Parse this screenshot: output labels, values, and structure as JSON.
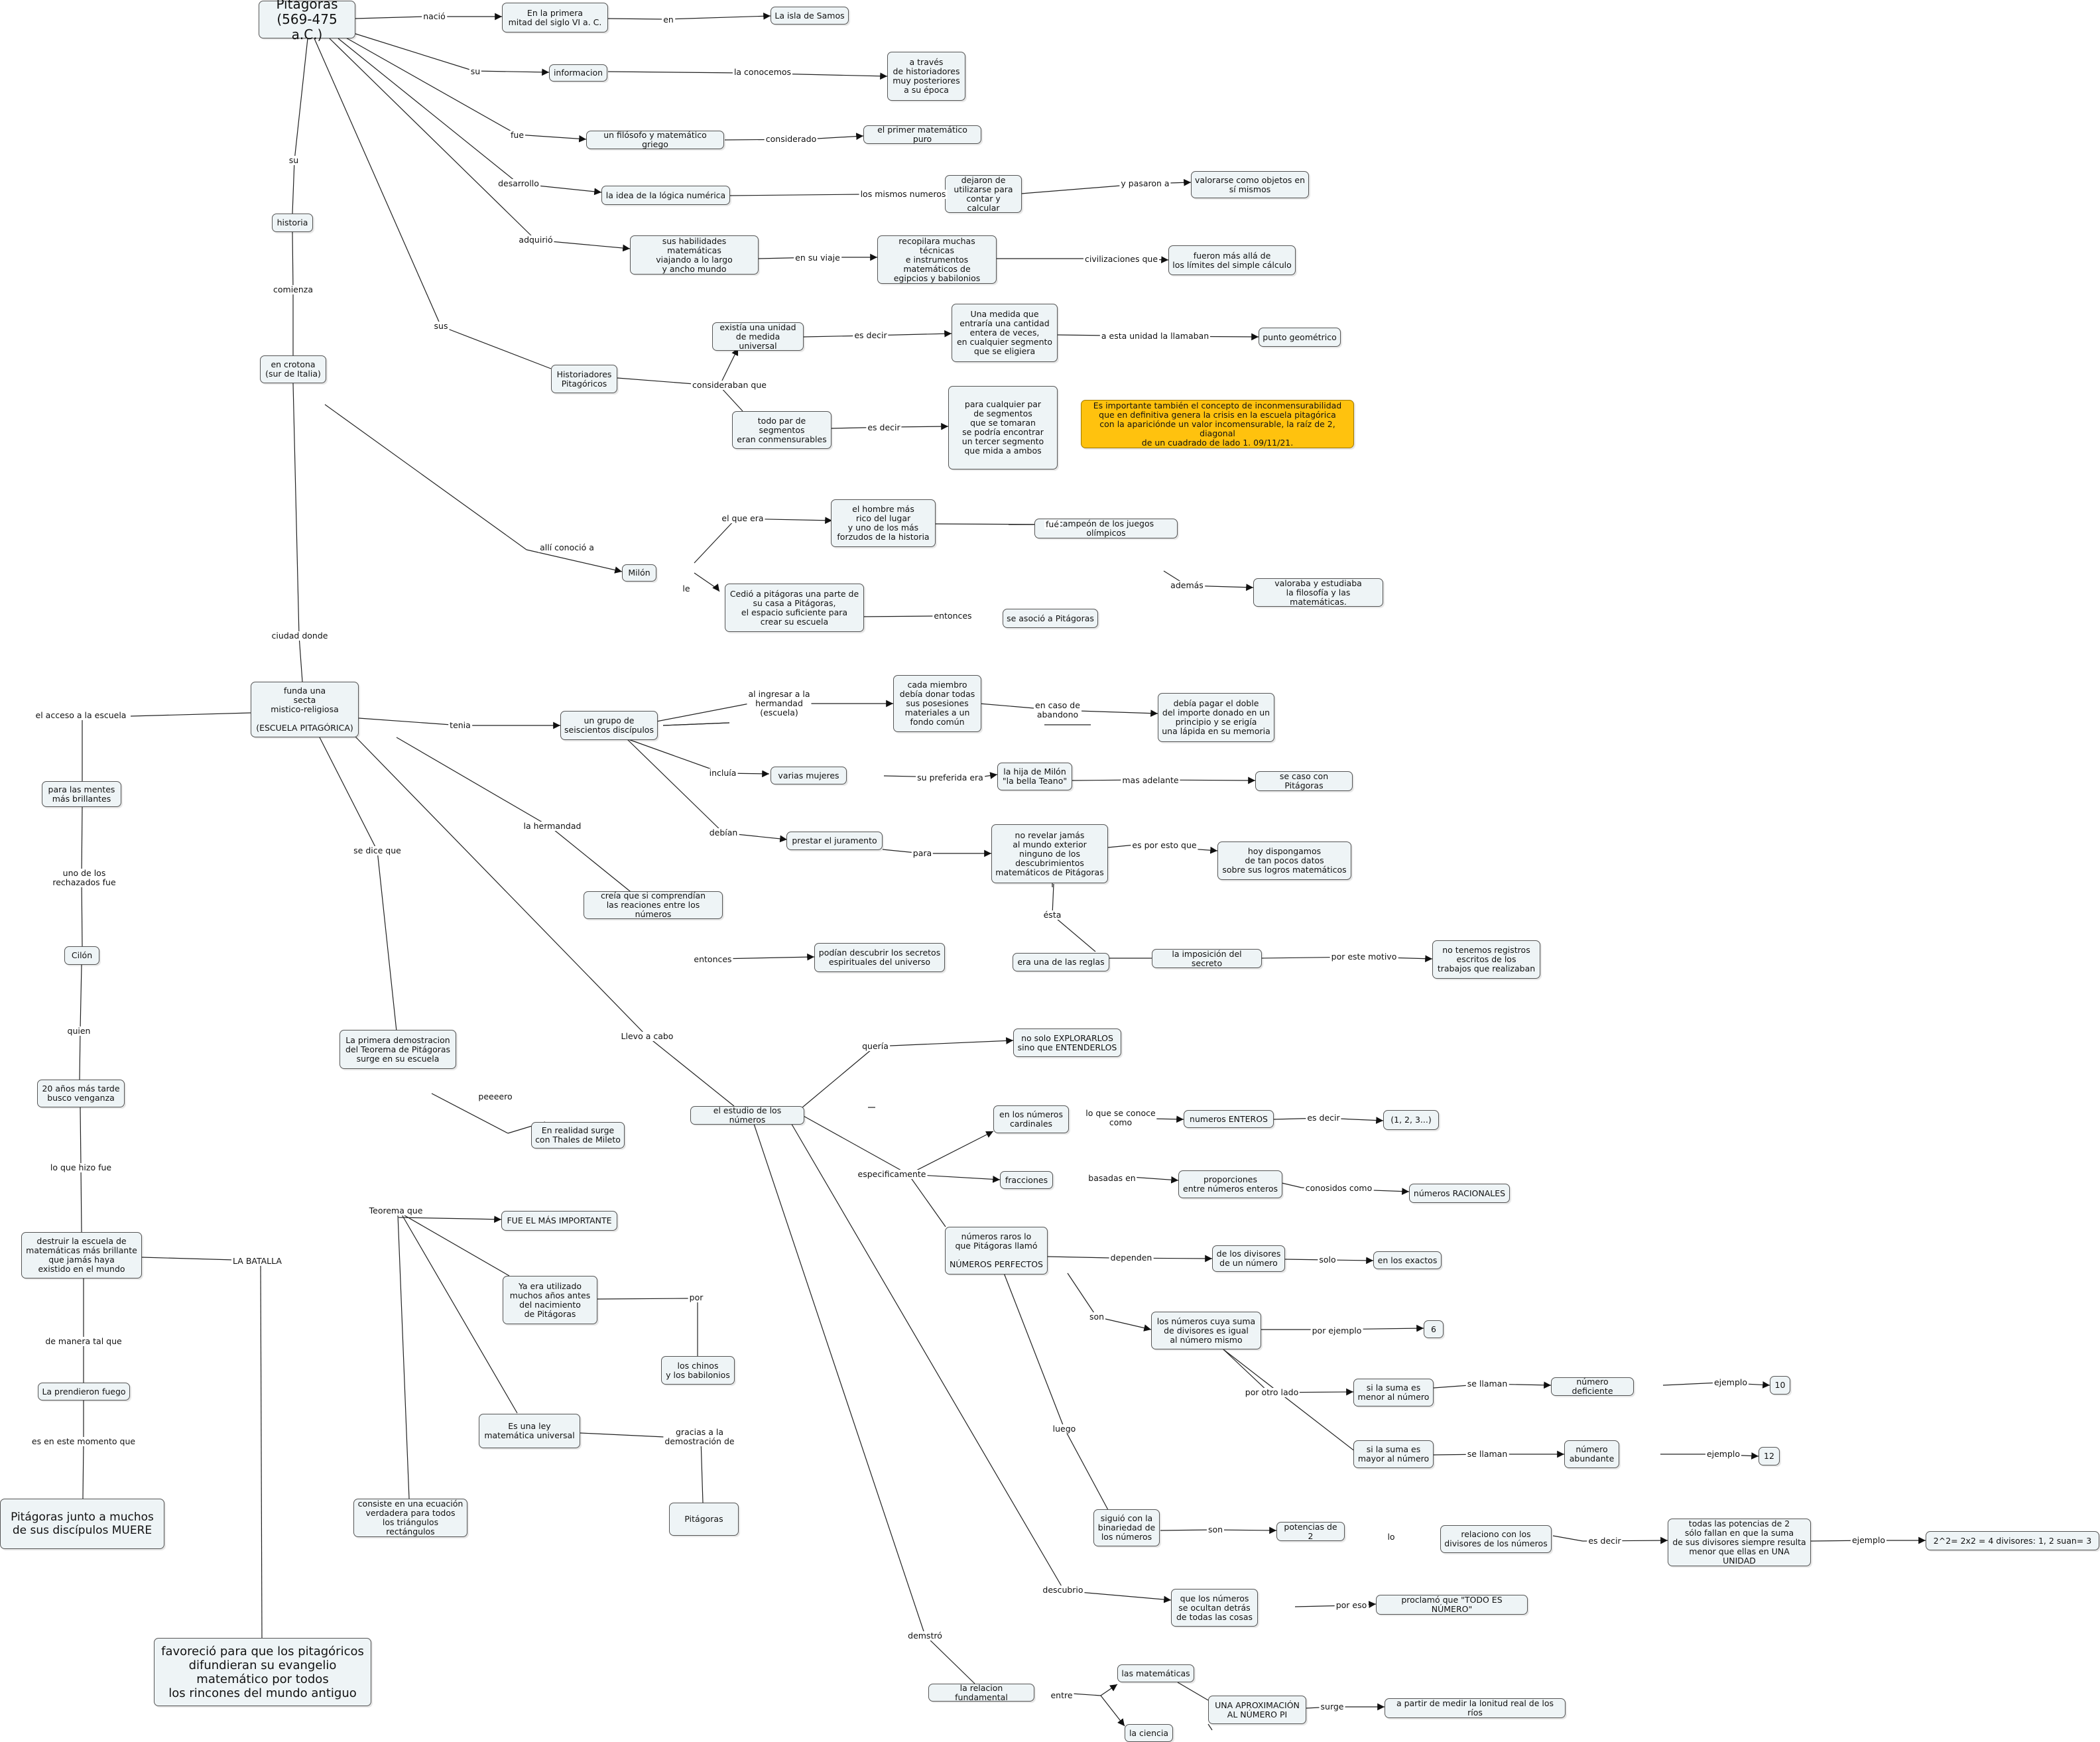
{
  "nodes": [
    {
      "id": "pitagoras",
      "text": "Pitágoras\n(569-475 a.C.)"
    },
    {
      "id": "primera_mitad",
      "text": "En la primera\nmitad del siglo VI a. C."
    },
    {
      "id": "samos",
      "text": "La isla de Samos"
    },
    {
      "id": "informacion",
      "text": "informacion"
    },
    {
      "id": "historiadores_post",
      "text": "a través\nde historiadores\nmuy posteriores\na su época"
    },
    {
      "id": "filosofo",
      "text": "un filósofo y matemático griego"
    },
    {
      "id": "primer_matematico",
      "text": "el primer matemático puro"
    },
    {
      "id": "logica",
      "text": "la idea de la lógica numérica"
    },
    {
      "id": "dejaron",
      "text": "dejaron de\nutilizarse para\ncontar y calcular"
    },
    {
      "id": "objetos",
      "text": "valorarse como objetos en\nsí mismos"
    },
    {
      "id": "habilidades",
      "text": "sus habilidades matemáticas\nviajando a lo largo\ny ancho mundo"
    },
    {
      "id": "recopilara",
      "text": "recopilara muchas técnicas\ne instrumentos\nmatemáticos de\negipcios y babilonios"
    },
    {
      "id": "mas_alla",
      "text": "fueron más allá de\nlos límites del simple cálculo"
    },
    {
      "id": "historia",
      "text": "historia"
    },
    {
      "id": "hist_pitag",
      "text": "Historiadores\nPitagóricos"
    },
    {
      "id": "unidad",
      "text": "existía una unidad\nde medida universal"
    },
    {
      "id": "medida",
      "text": "Una medida que\nentraría una cantidad\nentera de veces,\nen cualquier segmento\nque se eligiera"
    },
    {
      "id": "punto",
      "text": "punto geométrico"
    },
    {
      "id": "todo_par",
      "text": "todo par de\nsegmentos\neran conmensurables"
    },
    {
      "id": "par_cualquiera",
      "text": "para cualquier par\nde segmentos\nque se tomaran\nse podría encontrar\nun tercer segmento\nque mida a ambos"
    },
    {
      "id": "inconmensurabilidad",
      "text": "Es importante también el concepto de inconmensurabilidad\nque en definitiva genera la crisis en la escuela pitagórica\ncon la apariciónde un valor incomensurable, la raíz de 2, diagonal\nde un cuadrado de lado 1.  09/11/21.",
      "highlight": true
    },
    {
      "id": "crotona",
      "text": "en crotona\n(sur de Italia)"
    },
    {
      "id": "hombre_rico",
      "text": "el hombre más\nrico del lugar\ny uno de los más\nforzudos de la historia"
    },
    {
      "id": "campeon",
      "text": "campeón de los juegos olímpicos"
    },
    {
      "id": "valoraba",
      "text": "valoraba y estudiaba\nla filosofía y las matemáticas."
    },
    {
      "id": "milon",
      "text": "Milón"
    },
    {
      "id": "cedio",
      "text": "Cedió a pitágoras una parte de\nsu casa a Pitágoras,\nel espacio suficiente para\ncrear su escuela"
    },
    {
      "id": "asocio",
      "text": "se asoció a Pitágoras"
    },
    {
      "id": "funda",
      "text": "funda una\nsecta\nmistico-religiosa\n\n(ESCUELA PITAGÓRICA)"
    },
    {
      "id": "miembro",
      "text": "cada miembro\ndebía donar todas\nsus posesiones\nmateriales a un\nfondo común"
    },
    {
      "id": "pagar",
      "text": "debía pagar el doble\ndel importe donado en un\nprincipio y se erigía\nuna lápida en su memoria"
    },
    {
      "id": "discipulos",
      "text": "un grupo de\nseiscientos discípulos"
    },
    {
      "id": "mujeres",
      "text": "varias mujeres"
    },
    {
      "id": "hija",
      "text": "la hija de Milón\n\"la bella Teano\""
    },
    {
      "id": "caso",
      "text": "se caso con Pitágoras"
    },
    {
      "id": "mentes",
      "text": "para las mentes\nmás brillantes"
    },
    {
      "id": "juramento",
      "text": "prestar el juramento"
    },
    {
      "id": "no_revelar",
      "text": "no revelar jamás\nal mundo exterior\nninguno de los\ndescubrimientos\nmatemáticos de Pitágoras"
    },
    {
      "id": "hoy",
      "text": "hoy dispongamos\nde tan pocos datos\nsobre sus logros matemáticos"
    },
    {
      "id": "creia",
      "text": "creía que si comprendían\nlas reaciones entre los números"
    },
    {
      "id": "cilon",
      "text": "Cilón"
    },
    {
      "id": "secretos",
      "text": "podían descubrir los secretos\nespirituales del universo"
    },
    {
      "id": "reglas",
      "text": "era una de las reglas"
    },
    {
      "id": "imposicion",
      "text": "la imposición del secreto"
    },
    {
      "id": "registros",
      "text": "no tenemos registros\nescritos de los\ntrabajos que realizaban"
    },
    {
      "id": "primera_demo",
      "text": "La primera demostracion\ndel Teorema de Pitágoras\nsurge en su escuela"
    },
    {
      "id": "explorarlos",
      "text": "no solo EXPLORARLOS\nsino que ENTENDERLOS"
    },
    {
      "id": "veinte",
      "text": "20 años más tarde\nbusco venganza"
    },
    {
      "id": "estudio",
      "text": "el estudio de los números"
    },
    {
      "id": "cardinales",
      "text": "en los números\ncardinales"
    },
    {
      "id": "enteros",
      "text": "numeros ENTEROS"
    },
    {
      "id": "uno_dos",
      "text": "(1, 2, 3...)"
    },
    {
      "id": "thales",
      "text": "En realidad surge\ncon Thales de Mileto"
    },
    {
      "id": "fracciones",
      "text": "fracciones"
    },
    {
      "id": "proporciones",
      "text": "proporciones\nentre números enteros"
    },
    {
      "id": "racionales",
      "text": "números RACIONALES"
    },
    {
      "id": "importante",
      "text": "FUE EL MÁS IMPORTANTE"
    },
    {
      "id": "perfectos",
      "text": "números raros lo\nque Pitágoras llamó\n\nNÚMEROS PERFECTOS"
    },
    {
      "id": "divisores",
      "text": "de los divisores\nde un número"
    },
    {
      "id": "exactos",
      "text": "en los exactos"
    },
    {
      "id": "destruir",
      "text": "destruir la escuela de\nmatemáticas más brillante\nque jamás haya\nexistido en el mundo"
    },
    {
      "id": "utilizado",
      "text": "Ya era utilizado\nmuchos años antes\ndel nacimiento\nde Pitágoras"
    },
    {
      "id": "suma_igual",
      "text": "los números cuya suma\nde divisores es igual\nal número mismo"
    },
    {
      "id": "seis",
      "text": "6"
    },
    {
      "id": "chinos",
      "text": "los chinos\ny los babilonios"
    },
    {
      "id": "menor",
      "text": "si la suma es\nmenor al número"
    },
    {
      "id": "deficiente",
      "text": "número deficiente"
    },
    {
      "id": "diez",
      "text": "10"
    },
    {
      "id": "prendieron",
      "text": "La prendieron fuego"
    },
    {
      "id": "ley",
      "text": "Es una ley\nmatemática universal"
    },
    {
      "id": "mayor",
      "text": "si la suma es\nmayor al número"
    },
    {
      "id": "abundante",
      "text": "número\nabundante"
    },
    {
      "id": "doce",
      "text": "12"
    },
    {
      "id": "muere",
      "text": "Pitágoras junto a muchos\nde sus discípulos MUERE"
    },
    {
      "id": "ecuacion",
      "text": "consiste en una ecuación\nverdadera para todos\nlos triángulos rectángulos"
    },
    {
      "id": "pitagoras2",
      "text": "Pitágoras"
    },
    {
      "id": "binariedad",
      "text": "siguió con la\nbinariedad de\nlos números"
    },
    {
      "id": "potencias",
      "text": "potencias de 2"
    },
    {
      "id": "relaciono",
      "text": "relaciono con los\ndivisores de los números"
    },
    {
      "id": "todas_potencias",
      "text": "todas las potencias de 2\nsólo fallan en que la suma\nde sus divisores siempre resulta\nmenor que ellas en UNA UNIDAD"
    },
    {
      "id": "ejemplo_pot",
      "text": "2^2= 2x2 = 4  divisores: 1, 2   suan= 3"
    },
    {
      "id": "ocultan",
      "text": "que los números\nse ocultan detrás\nde todas las cosas"
    },
    {
      "id": "todo_numero",
      "text": "proclamó que \"TODO ES NÚMERO\""
    },
    {
      "id": "favorecio",
      "text": "favoreció para que los pitagóricos\ndifundieran su evangelio\nmatemático por todos\nlos rincones del mundo antiguo"
    },
    {
      "id": "matematicas",
      "text": "las matemáticas"
    },
    {
      "id": "relacion",
      "text": "la relacion fundamental"
    },
    {
      "id": "aproximacion",
      "text": "UNA APROXIMACIÓN\nAL NÚMERO PI"
    },
    {
      "id": "rios",
      "text": "a partir de medir la lonitud real de los ríos"
    },
    {
      "id": "ciencia",
      "text": "la ciencia"
    }
  ],
  "labels": [
    {
      "id": "nacio",
      "text": "nació"
    },
    {
      "id": "en",
      "text": "en"
    },
    {
      "id": "su1",
      "text": "su"
    },
    {
      "id": "conocemos",
      "text": "la conocemos"
    },
    {
      "id": "fue",
      "text": "fue"
    },
    {
      "id": "considerado",
      "text": "considerado"
    },
    {
      "id": "desarrollo",
      "text": "desarrollo"
    },
    {
      "id": "mismos_numeros",
      "text": "los mismos numeros"
    },
    {
      "id": "pasaron",
      "text": "y pasaron a"
    },
    {
      "id": "su2",
      "text": "su"
    },
    {
      "id": "adquirio",
      "text": "adquirió"
    },
    {
      "id": "viaje",
      "text": "en su viaje"
    },
    {
      "id": "civilizaciones",
      "text": "civilizaciones que"
    },
    {
      "id": "es_decir1",
      "text": "es decir"
    },
    {
      "id": "llamaban",
      "text": "a esta unidad la llamaban"
    },
    {
      "id": "comienza",
      "text": "comienza"
    },
    {
      "id": "sus",
      "text": "sus"
    },
    {
      "id": "consideraban",
      "text": "consideraban que"
    },
    {
      "id": "es_decir2",
      "text": "es decir"
    },
    {
      "id": "el_que_era",
      "text": "el que era"
    },
    {
      "id": "fue2",
      "text": "fué"
    },
    {
      "id": "alli",
      "text": "allí conoció a"
    },
    {
      "id": "ademas",
      "text": "además"
    },
    {
      "id": "le",
      "text": "le"
    },
    {
      "id": "entonces1",
      "text": "entonces"
    },
    {
      "id": "ciudad",
      "text": "ciudad donde"
    },
    {
      "id": "acceso",
      "text": "el acceso a la escuela"
    },
    {
      "id": "ingresar",
      "text": "al ingresar a la\nhermandad\n(escuela)"
    },
    {
      "id": "abandono",
      "text": "en caso de\nabandono"
    },
    {
      "id": "tenia",
      "text": "tenia"
    },
    {
      "id": "incluia",
      "text": "incluía"
    },
    {
      "id": "preferida",
      "text": "su preferida era"
    },
    {
      "id": "adelante",
      "text": "mas adelante"
    },
    {
      "id": "hermandad",
      "text": "la hermandad"
    },
    {
      "id": "debian",
      "text": "debían"
    },
    {
      "id": "para",
      "text": "para"
    },
    {
      "id": "por_esto",
      "text": "es por esto que"
    },
    {
      "id": "se_dice",
      "text": "se dice que"
    },
    {
      "id": "rechazados",
      "text": "uno de los\nrechazados fue"
    },
    {
      "id": "esta",
      "text": "ésta"
    },
    {
      "id": "entonces2",
      "text": "entonces"
    },
    {
      "id": "motivo",
      "text": "por este motivo"
    },
    {
      "id": "quien",
      "text": "quien"
    },
    {
      "id": "llevo",
      "text": "Llevo a cabo"
    },
    {
      "id": "queria",
      "text": "quería"
    },
    {
      "id": "se_conoce",
      "text": "lo que se conoce\ncomo"
    },
    {
      "id": "es_decir3",
      "text": "es decir"
    },
    {
      "id": "peeeero",
      "text": "peeeero"
    },
    {
      "id": "especificamente",
      "text": "especificamente"
    },
    {
      "id": "basadas",
      "text": "basadas en"
    },
    {
      "id": "conocidos",
      "text": "conosidos como"
    },
    {
      "id": "lo_que_hizo",
      "text": "lo que hizo fue"
    },
    {
      "id": "teorema",
      "text": "Teorema que"
    },
    {
      "id": "dependen",
      "text": "dependen"
    },
    {
      "id": "solo",
      "text": "solo"
    },
    {
      "id": "batalla",
      "text": "LA BATALLA"
    },
    {
      "id": "por",
      "text": "por"
    },
    {
      "id": "son1",
      "text": "son"
    },
    {
      "id": "por_ejemplo",
      "text": "por ejemplo"
    },
    {
      "id": "manera",
      "text": "de manera tal que"
    },
    {
      "id": "otro_lado",
      "text": "por otro lado"
    },
    {
      "id": "se_llaman1",
      "text": "se llaman"
    },
    {
      "id": "ejemplo1",
      "text": "ejemplo"
    },
    {
      "id": "gracias",
      "text": "gracias a la\ndemostración de"
    },
    {
      "id": "luego",
      "text": "luego"
    },
    {
      "id": "se_llaman2",
      "text": "se llaman"
    },
    {
      "id": "ejemplo2",
      "text": "ejemplo"
    },
    {
      "id": "momento",
      "text": "es en este momento que"
    },
    {
      "id": "son2",
      "text": "son"
    },
    {
      "id": "lo",
      "text": "lo"
    },
    {
      "id": "es_decir4",
      "text": "es decir"
    },
    {
      "id": "ejemplo3",
      "text": "ejemplo"
    },
    {
      "id": "descubrio",
      "text": "descubrio"
    },
    {
      "id": "por_eso",
      "text": "por eso"
    },
    {
      "id": "demostro",
      "text": "demstró"
    },
    {
      "id": "entre",
      "text": "entre"
    },
    {
      "id": "surge",
      "text": "surge"
    }
  ]
}
